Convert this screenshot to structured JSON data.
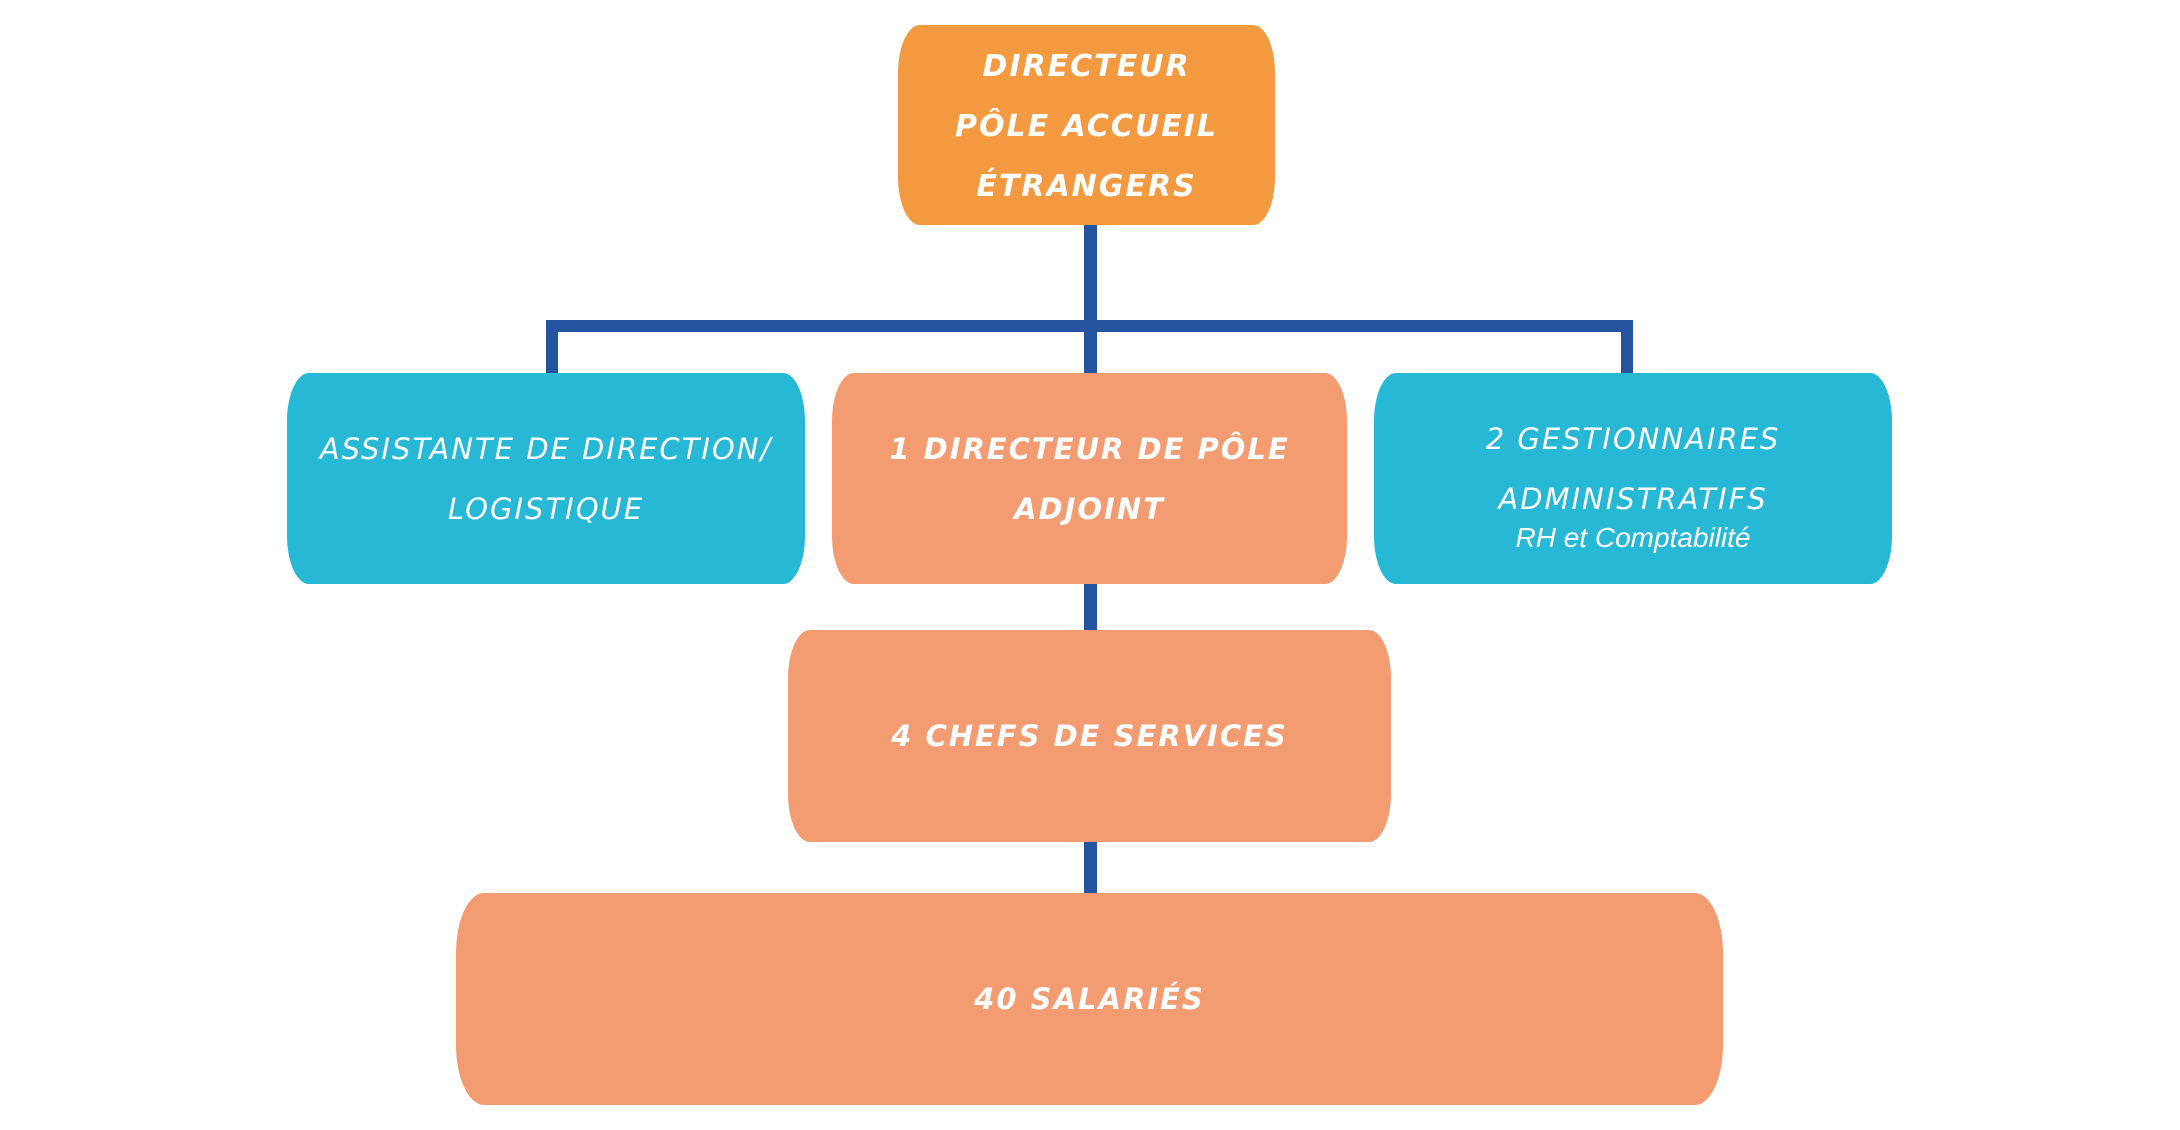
{
  "chart": {
    "title": "Organigramme Pôle Accueil Étrangers",
    "colors": {
      "director": "#F39A40",
      "salmon": "#F39C72",
      "teal": "#26B8D5",
      "connector": "#2453A0",
      "text": "#FFFFFF"
    },
    "nodes": {
      "director": {
        "lines": [
          "DIRECTEUR",
          "PÔLE ACCUEIL",
          "ÉTRANGERS"
        ]
      },
      "assistant": {
        "lines": [
          "ASSISTANTE DE DIRECTION/",
          "LOGISTIQUE"
        ]
      },
      "deputy": {
        "lines": [
          "1 DIRECTEUR DE PÔLE",
          "ADJOINT"
        ]
      },
      "admins": {
        "lines": [
          "2 GESTIONNAIRES",
          "ADMINISTRATIFS"
        ],
        "subtitle": "RH et Comptabilité"
      },
      "chefs": {
        "lines": [
          "4 CHEFS DE SERVICES"
        ]
      },
      "staff": {
        "lines": [
          "40 SALARIÉS"
        ]
      }
    },
    "edges": [
      {
        "from": "director",
        "to": "assistant"
      },
      {
        "from": "director",
        "to": "deputy"
      },
      {
        "from": "director",
        "to": "admins"
      },
      {
        "from": "deputy",
        "to": "chefs"
      },
      {
        "from": "chefs",
        "to": "staff"
      }
    ]
  }
}
